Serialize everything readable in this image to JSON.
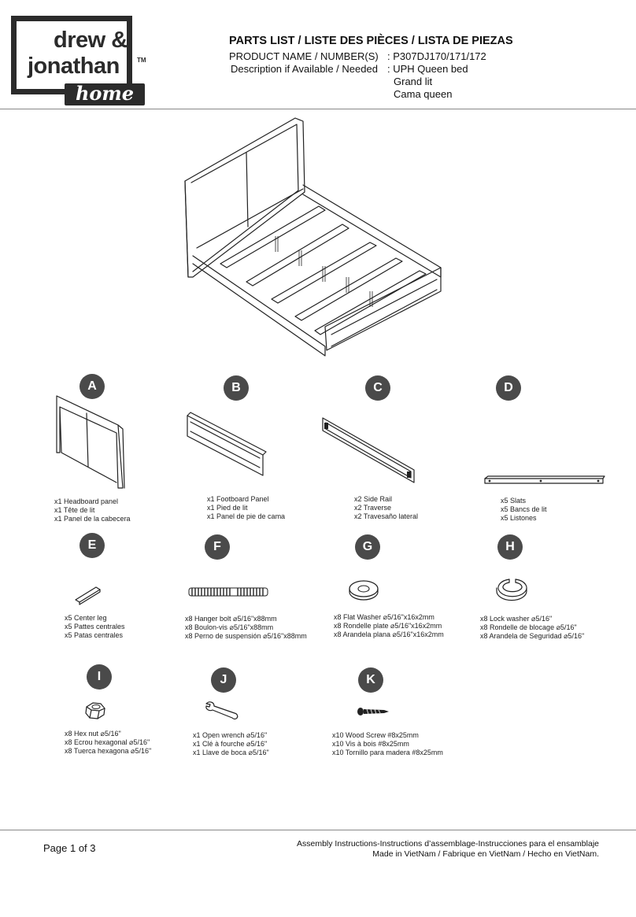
{
  "brand": {
    "line1": "drew &",
    "line2": "jonathan",
    "tm": "TM",
    "sub": "home"
  },
  "header": {
    "title": "PARTS LIST / LISTE DES PIÈCES / LISTA DE PIEZAS",
    "product_label": "PRODUCT NAME / NUMBER(S)",
    "product_value": ": P307DJ170/171/172",
    "desc_label": "Description if Available / Needed",
    "desc_values": [
      ": UPH Queen bed",
      "Grand lit",
      "Cama queen"
    ]
  },
  "parts": [
    {
      "letter": "A",
      "lines": [
        "x1 Headboard panel",
        "x1 Tête de lit",
        "x1 Panel de la cabecera"
      ]
    },
    {
      "letter": "B",
      "lines": [
        "x1 Footboard Panel",
        "x1 Pied de lit",
        "x1 Panel de pie de cama"
      ]
    },
    {
      "letter": "C",
      "lines": [
        "x2 Side Rail",
        "x2 Traverse",
        "x2 Travesaño lateral"
      ]
    },
    {
      "letter": "D",
      "lines": [
        "x5 Slats",
        "x5 Bancs de lit",
        "x5 Listones"
      ]
    },
    {
      "letter": "E",
      "lines": [
        "x5 Center leg",
        "x5 Pattes centrales",
        "x5 Patas centrales"
      ]
    },
    {
      "letter": "F",
      "lines": [
        "x8 Hanger bolt ⌀5/16\"x88mm",
        "x8 Boulon-vis ⌀5/16\"x88mm",
        "x8 Perno de suspensión ⌀5/16\"x88mm"
      ]
    },
    {
      "letter": "G",
      "lines": [
        "x8 Flat Washer ⌀5/16\"x16x2mm",
        "x8 Rondelle plate ⌀5/16\"x16x2mm",
        "x8 Arandela plana ⌀5/16\"x16x2mm"
      ]
    },
    {
      "letter": "H",
      "lines": [
        "x8 Lock washer ⌀5/16\"",
        "x8 Rondelle de blocage ⌀5/16\"",
        "x8 Arandela de Seguridad ⌀5/16\""
      ]
    },
    {
      "letter": "I",
      "lines": [
        "x8 Hex nut ⌀5/16\"",
        "x8 Ecrou hexagonal ⌀5/16\"",
        "x8 Tuerca hexagona ⌀5/16\""
      ]
    },
    {
      "letter": "J",
      "lines": [
        "x1 Open wrench ⌀5/16\"",
        "x1 Clé à fourche ⌀5/16\"",
        "x1 Llave de boca ⌀5/16\""
      ]
    },
    {
      "letter": "K",
      "lines": [
        "x10 Wood Screw #8x25mm",
        "x10 Vis à bois #8x25mm",
        "x10 Tornillo para madera #8x25mm"
      ]
    }
  ],
  "footer": {
    "page": "Page 1 of 3",
    "line1": "Assembly Instructions-Instructions d’assemblage-Instrucciones para el ensamblaje",
    "line2": "Made in VietNam / Fabrique en VietNam / Hecho en VietNam."
  }
}
